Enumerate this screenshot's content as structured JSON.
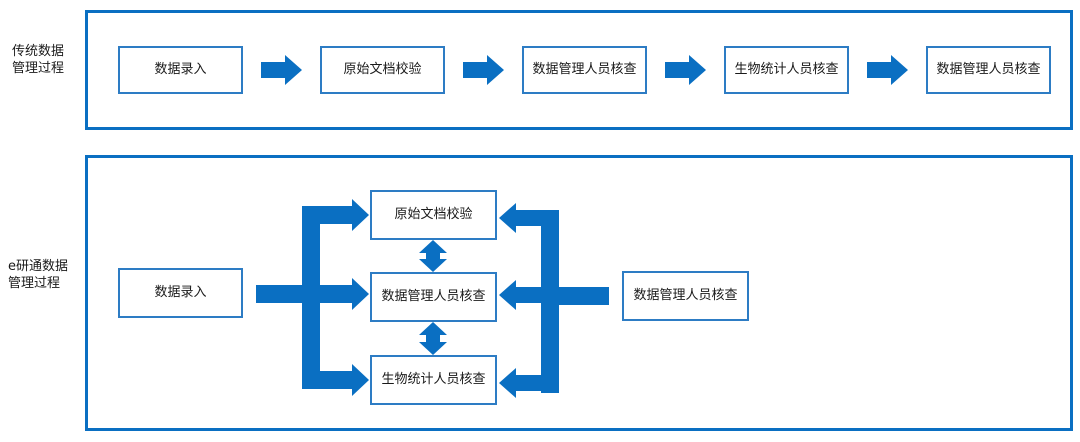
{
  "colors": {
    "arrow": "#0a6fc2",
    "border": "#2d7cc4"
  },
  "traditional": {
    "label": "传统数据管理过程",
    "steps": [
      "数据录入",
      "原始文档校验",
      "数据管理人员核查",
      "生物统计人员核查",
      "数据管理人员核查"
    ]
  },
  "eresearch": {
    "label": "e研通数据管理过程",
    "input": "数据录入",
    "center": [
      "原始文档校验",
      "数据管理人员核查",
      "生物统计人员核查"
    ],
    "output": "数据管理人员核查"
  }
}
